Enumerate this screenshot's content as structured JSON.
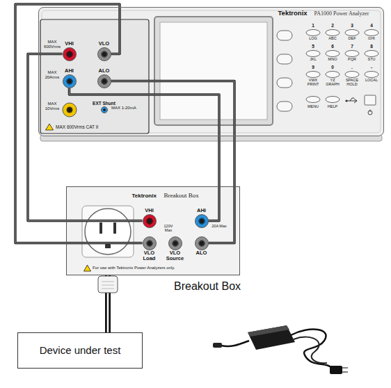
{
  "diagram": {
    "nodes": [
      {
        "text": [
          "Tektronix",
          "PA1000 Power Analyzer"
        ]
      },
      {
        "text": [
          "VHI"
        ],
        "in": 0
      },
      {
        "text": [
          "VLO"
        ],
        "in": 0
      },
      {
        "text": [
          "AHI"
        ],
        "in": 0
      },
      {
        "text": [
          "ALO"
        ],
        "in": 0
      },
      {
        "text": [
          "EXT Shunt"
        ],
        "in": 0
      },
      {
        "text": [
          "Tektronix",
          "Breakout Box"
        ]
      },
      {
        "text": [
          "VHI"
        ],
        "in": 6
      },
      {
        "text": [
          "AHI"
        ],
        "in": 6
      },
      {
        "text": [
          "VLO Load"
        ],
        "in": 6
      },
      {
        "text": [
          "VLO Source"
        ],
        "in": 6
      },
      {
        "text": [
          "ALO"
        ],
        "in": 6
      },
      {
        "text": [
          "Device under test"
        ]
      }
    ],
    "edges": [
      {
        "from": 1,
        "to": 7,
        "arrow": "none"
      },
      {
        "from": 2,
        "to": 9,
        "arrow": "none"
      },
      {
        "from": 3,
        "to": 8,
        "arrow": "none"
      },
      {
        "from": 4,
        "to": 11,
        "arrow": "none"
      },
      {
        "from": 6,
        "to": 12,
        "arrow": "none"
      }
    ],
    "labels": [
      "MAX 600Vrms",
      "MAX 20Arms",
      "MAX 10Vrms",
      "MAX 1-20mA",
      "MAX 600Vrms CAT II",
      "1",
      "2",
      "3",
      "4",
      "LOG",
      "ABC",
      "DEF",
      "GHI",
      "5",
      "6",
      "7",
      "8",
      "JKL",
      "MNO",
      "PQR",
      "STU",
      "9",
      "0",
      ".",
      "-",
      "VWX PRINT",
      "YZ GRAPH",
      "SPACE HOLD",
      "LOCAL",
      "MENU",
      "HELP",
      "120V Max",
      "20A Max",
      "For use with Tektronix Power Analyzers only.",
      "Breakout Box"
    ]
  }
}
